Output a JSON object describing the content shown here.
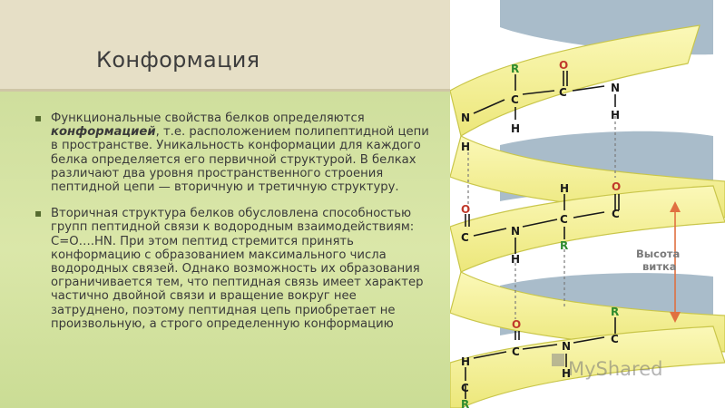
{
  "title": "Конформация",
  "paragraphs": [
    {
      "prefix": "Функциональные свойства белков определяются ",
      "emphasis": "конформацией",
      "suffix": ", т.е. расположением полипептидной цепи в пространстве. Уникальность конформации для каждого белка определяется его первичной структурой. В белках различают два уровня пространственного строения пептидной цепи — вторичную и третичную структуру."
    },
    {
      "text": "Вторичная структура белков обусловлена способностью групп пептидной связи к водородным взаимодействиям: С=О….HN. При этом пептид стремится принять конформацию с образованием максимального числа водородных связей. Однако возможность их образования ограничивается тем, что пептидная связь имеет характер частично двойной связи и вращение вокруг нее затруднено, поэтому пептидная цепь приобретает не произвольную, а строго определенную конформацию"
    }
  ],
  "figure": {
    "pitch_label_1": "Высота",
    "pitch_label_2": "витка",
    "atoms": {
      "R": "R",
      "C": "C",
      "N": "N",
      "H": "H",
      "O": "O"
    },
    "watermark": "MyShared",
    "colors": {
      "ribbon": "#f4f19a",
      "ribbon_edge": "#c9c64a",
      "back": "#a9bcca",
      "green": "#2e8b2e",
      "red": "#c0392b",
      "arrow": "#e07040"
    }
  }
}
